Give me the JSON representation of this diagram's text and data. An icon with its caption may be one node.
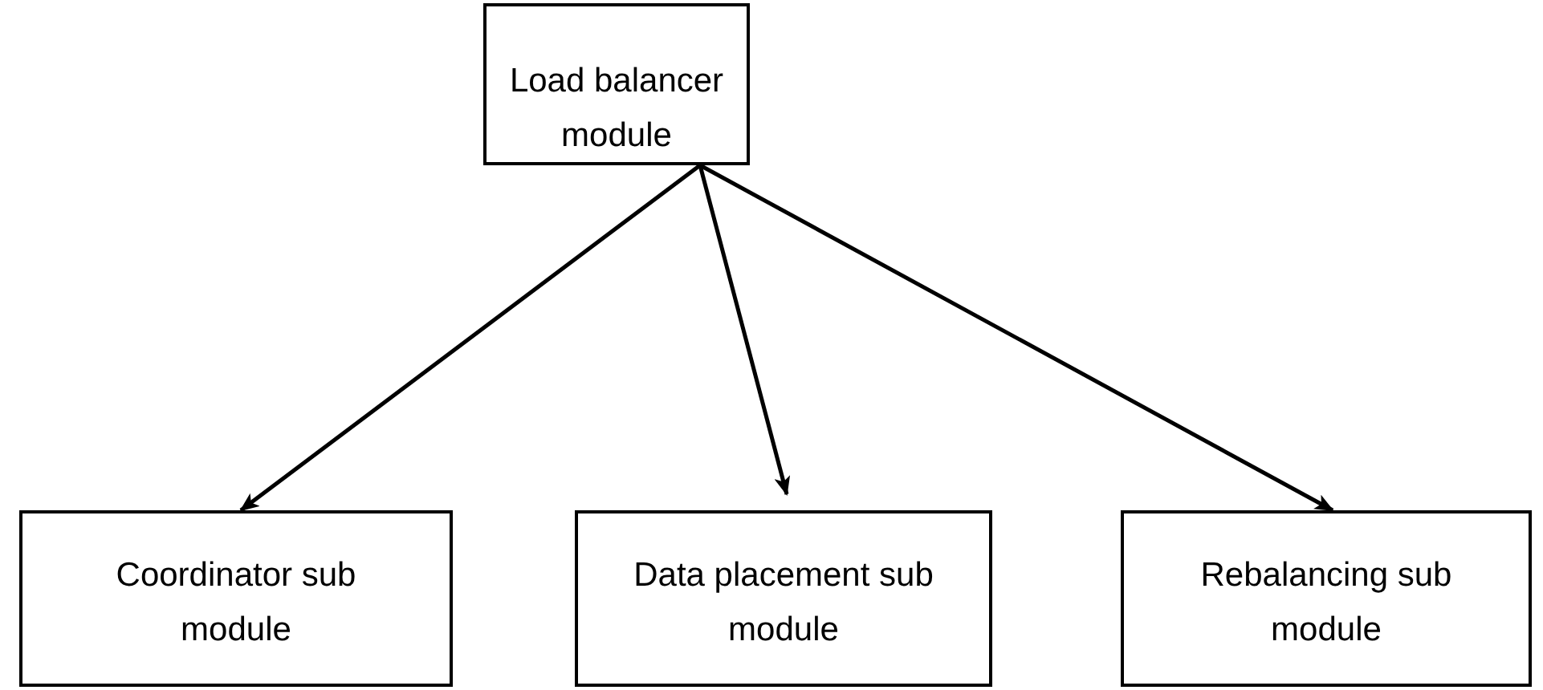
{
  "diagram": {
    "nodes": [
      {
        "text": [
          "Load balancer module"
        ]
      },
      {
        "text": [
          "Coordinator sub module"
        ]
      },
      {
        "text": [
          "Data placement sub module"
        ]
      },
      {
        "text": [
          "Rebalancing sub module"
        ]
      }
    ],
    "edges": [
      {
        "from": 0,
        "to": 1,
        "arrow": "to"
      },
      {
        "from": 0,
        "to": 2,
        "arrow": "to"
      },
      {
        "from": 0,
        "to": 3,
        "arrow": "to"
      }
    ]
  }
}
